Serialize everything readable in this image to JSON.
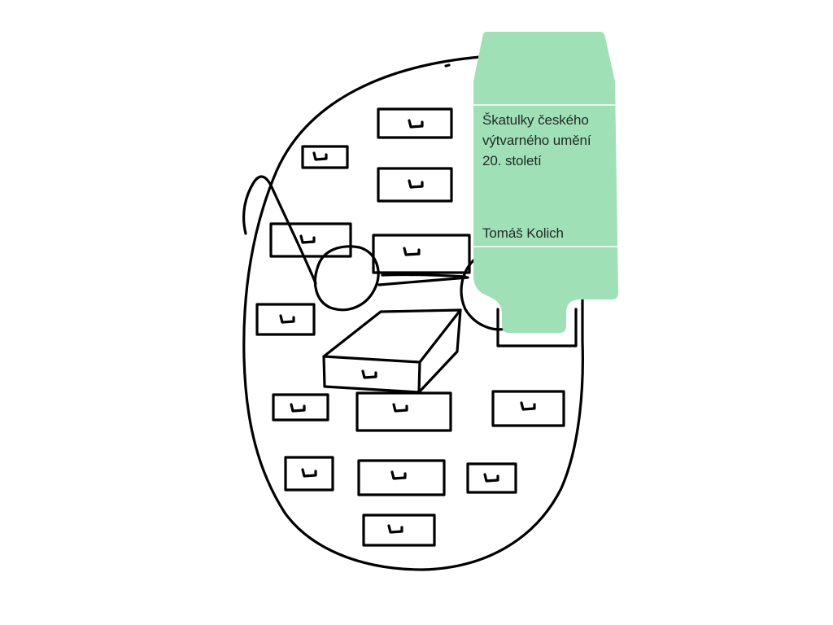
{
  "book": {
    "title_lines": [
      "Škatulky českého",
      "výtvarného umění",
      "20. století"
    ],
    "author": "Tomáš Kolich"
  },
  "colors": {
    "label_fill": "#a0e0b7",
    "ink": "#000000",
    "background": "#ffffff"
  }
}
